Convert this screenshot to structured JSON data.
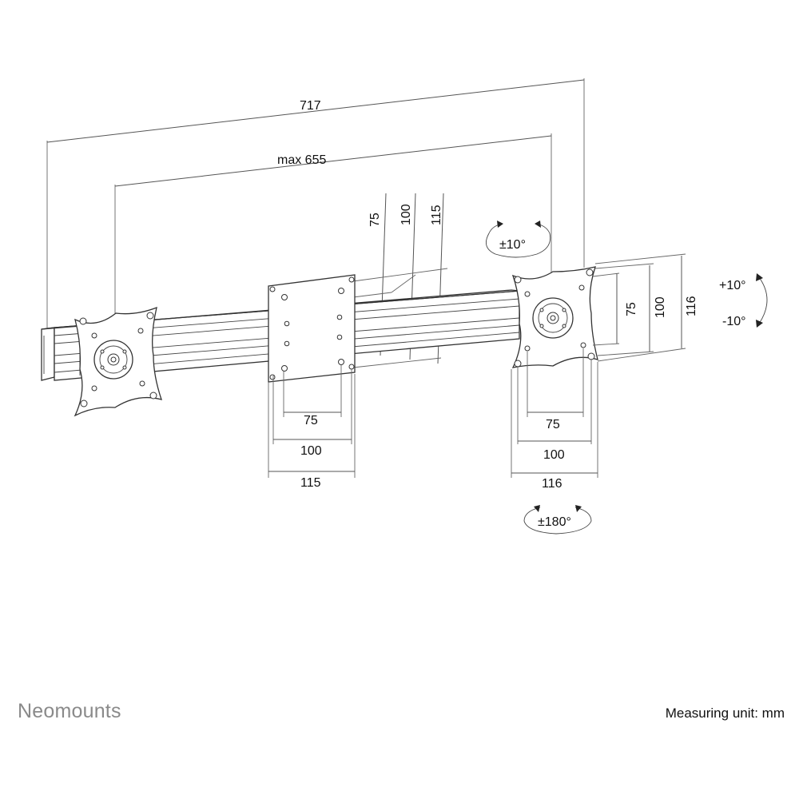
{
  "dimensions": {
    "overall_width": "717",
    "max_center_distance": "max 655",
    "vesa_plate_75": "75",
    "vesa_plate_100": "100",
    "vesa_plate_115": "115",
    "right_vesa_75": "75",
    "right_vesa_100": "100",
    "right_vesa_116": "116"
  },
  "rotation": {
    "swivel": "±10°",
    "tilt_up": "+10°",
    "tilt_down": "-10°",
    "rotate": "±180°"
  },
  "footer": {
    "brand": "Neomounts",
    "unit_label": "Measuring unit: mm"
  }
}
